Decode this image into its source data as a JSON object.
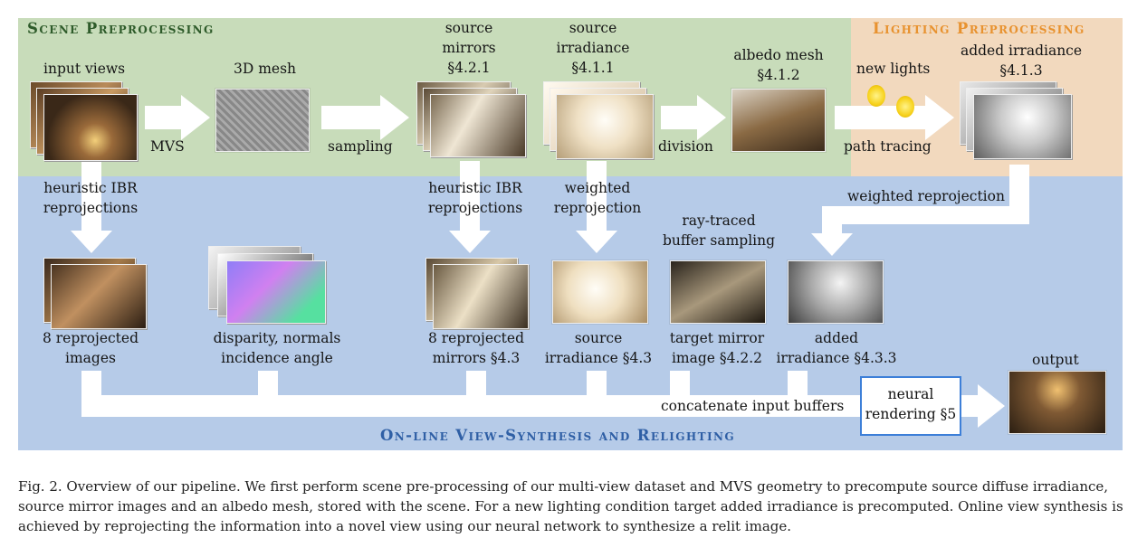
{
  "sections": {
    "scene": "Scene Preprocessing",
    "lighting": "Lighting Preprocessing",
    "online": "On-line View-Synthesis and Relighting"
  },
  "colors": {
    "scene_bg": "#c8dcba",
    "lighting_bg": "#f2d9be",
    "online_bg": "#b6cbe8",
    "lighting_title": "#e8922f",
    "scene_title": "#2e5b2a",
    "online_title": "#2f5fa5",
    "arrow": "#ffffff",
    "neural_box_border": "#3d7fd8"
  },
  "top_labels": {
    "input_views": "input views",
    "mesh3d": "3D mesh",
    "source_mirrors": [
      "source",
      "mirrors",
      "§4.2.1"
    ],
    "source_irradiance": [
      "source",
      "irradiance",
      "§4.1.1"
    ],
    "albedo_mesh": [
      "albedo mesh",
      "§4.1.2"
    ],
    "new_lights": "new lights",
    "added_irradiance": [
      "added irradiance",
      "§4.1.3"
    ]
  },
  "arrow_labels": {
    "mvs": "MVS",
    "sampling": "sampling",
    "division": "division",
    "path_tracing": "path tracing",
    "heuristic1": [
      "heuristic IBR",
      "reprojections"
    ],
    "heuristic2": [
      "heuristic IBR",
      "reprojections"
    ],
    "weighted1": [
      "weighted",
      "reprojection"
    ],
    "weighted2": "weighted reprojection",
    "raytraced": [
      "ray-traced",
      "buffer sampling"
    ],
    "concat": "concatenate input buffers"
  },
  "bottom_labels": {
    "reprojected_images": [
      "8 reprojected",
      "images"
    ],
    "disparity": [
      "disparity, normals",
      "incidence angle"
    ],
    "reprojected_mirrors": [
      "8 reprojected",
      "mirrors §4.3"
    ],
    "source_irr": [
      "source",
      "irradiance §4.3"
    ],
    "target_mirror": [
      "target mirror",
      "image §4.2.2"
    ],
    "added_irr": [
      "added",
      "irradiance §4.3.3"
    ],
    "output": "output",
    "neural": [
      "neural",
      "rendering §5"
    ]
  },
  "caption": "Fig. 2. Overview of our pipeline. We first perform scene pre-processing of our multi-view dataset and MVS geometry to precompute source diffuse irradiance, source mirror images and an albedo mesh, stored with the scene. For a new lighting condition target added irradiance is precomputed. Online view synthesis is achieved by reprojecting the information into a novel view using our neural network to synthesize a relit image."
}
